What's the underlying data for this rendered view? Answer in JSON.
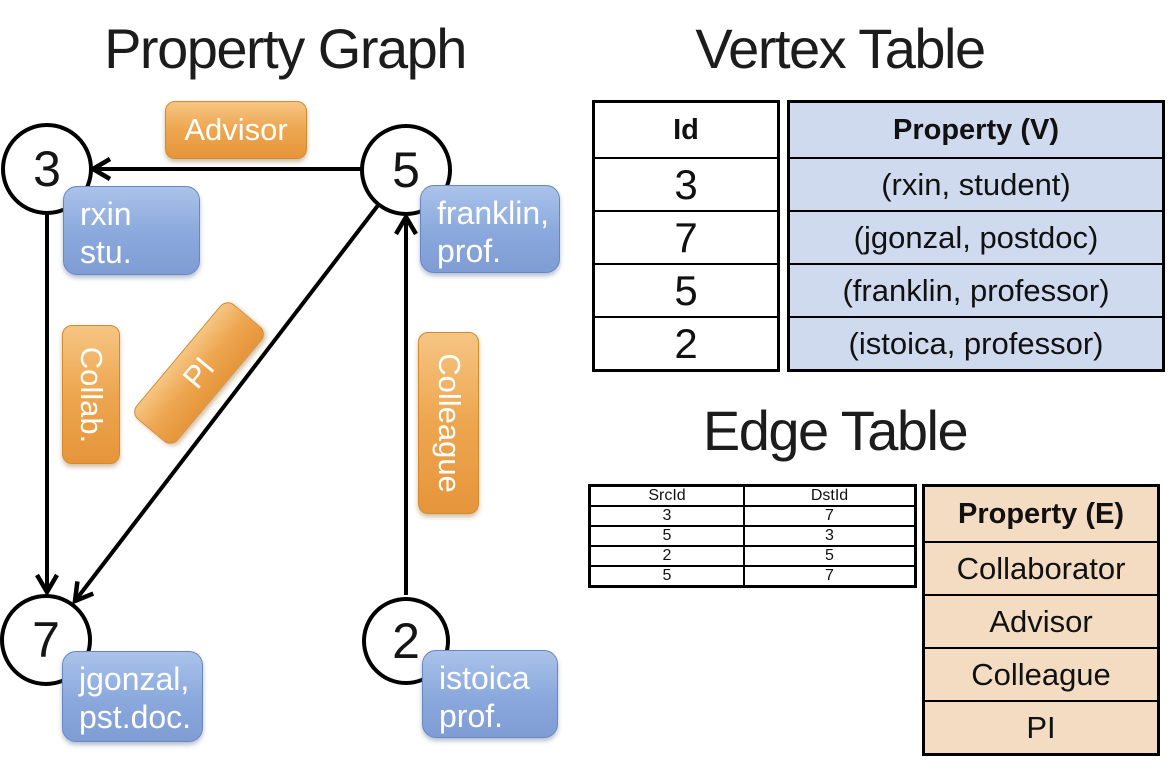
{
  "graph": {
    "title": "Property Graph",
    "nodes": [
      {
        "id": "3",
        "label_lines": [
          "rxin",
          "stu."
        ]
      },
      {
        "id": "5",
        "label_lines": [
          "franklin,",
          "prof."
        ]
      },
      {
        "id": "7",
        "label_lines": [
          "jgonzal,",
          "pst.doc."
        ]
      },
      {
        "id": "2",
        "label_lines": [
          "istoica",
          "prof."
        ]
      }
    ],
    "edge_labels": {
      "advisor": "Advisor",
      "collab": "Collab.",
      "pi": "PI",
      "colleague": "Colleague"
    }
  },
  "vertex_table": {
    "title": "Vertex Table",
    "columns": [
      "Id",
      "Property (V)"
    ],
    "rows": [
      {
        "id": "3",
        "property": "(rxin, student)"
      },
      {
        "id": "7",
        "property": "(jgonzal, postdoc)"
      },
      {
        "id": "5",
        "property": "(franklin, professor)"
      },
      {
        "id": "2",
        "property": "(istoica, professor)"
      }
    ]
  },
  "edge_table": {
    "title": "Edge Table",
    "columns": [
      "SrcId",
      "DstId",
      "Property (E)"
    ],
    "rows": [
      {
        "src": "3",
        "dst": "7",
        "property": "Collaborator"
      },
      {
        "src": "5",
        "dst": "3",
        "property": "Advisor"
      },
      {
        "src": "2",
        "dst": "5",
        "property": "Colleague"
      },
      {
        "src": "5",
        "dst": "7",
        "property": "PI"
      }
    ]
  },
  "colors": {
    "vertex_box_blue": "#8aa8dc",
    "edge_box_orange": "#efa851",
    "vertex_table_fill": "#cfdaef",
    "edge_table_fill": "#f3dcc2",
    "line_black": "#000000"
  }
}
